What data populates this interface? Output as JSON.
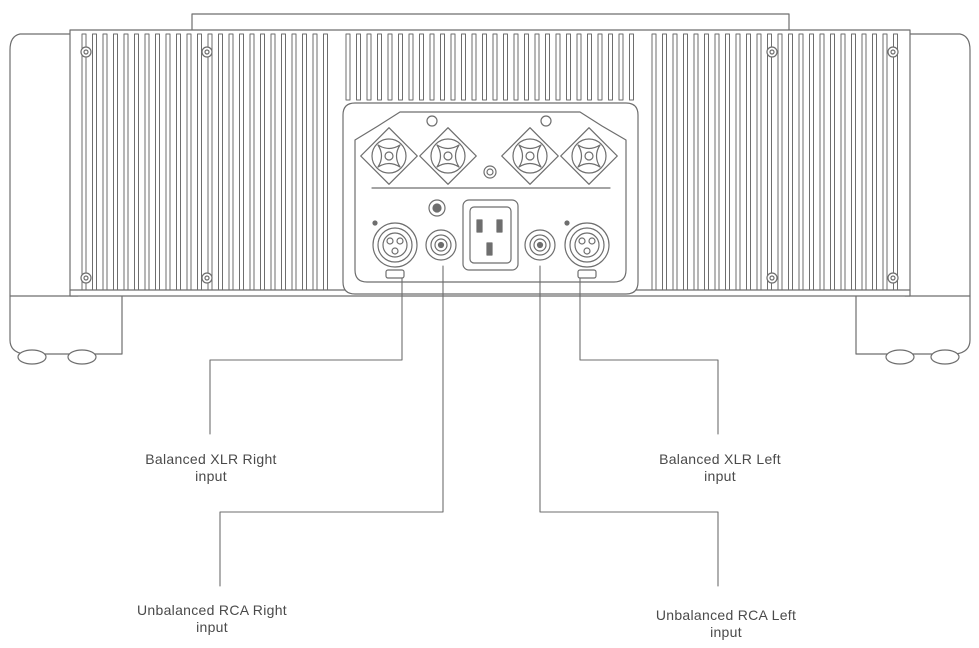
{
  "colors": {
    "line": "#6e6e6e",
    "fill": "#ffffff",
    "text": "#4a4a4a"
  },
  "callouts": [
    {
      "id": "balanced-xlr-right",
      "line1": "Balanced XLR Right",
      "line2": "input"
    },
    {
      "id": "balanced-xlr-left",
      "line1": "Balanced XLR Left",
      "line2": "input"
    },
    {
      "id": "unbalanced-rca-right",
      "line1": "Unbalanced RCA Right",
      "line2": "input"
    },
    {
      "id": "unbalanced-rca-left",
      "line1": "Unbalanced RCA Left",
      "line2": "input"
    }
  ],
  "connectors": {
    "speaker_terminals": 4,
    "xlr_inputs": 2,
    "rca_inputs": 2,
    "power_inlet": 1
  }
}
